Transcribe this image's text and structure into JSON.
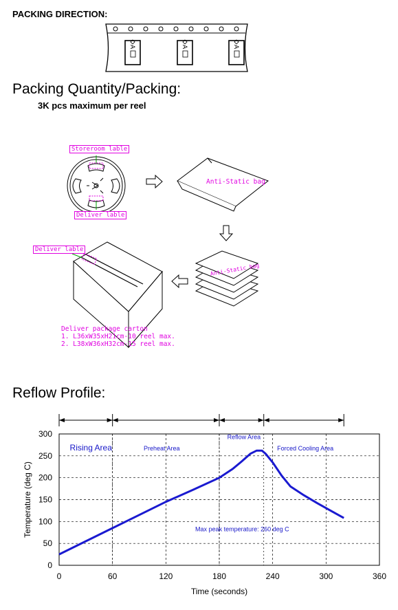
{
  "packing_direction": {
    "heading": "PACKING DIRECTION:",
    "part_marking": "A"
  },
  "packing_quantity": {
    "heading": "Packing Quantity/Packing:",
    "note": "3K pcs maximum per reel"
  },
  "packing_diagram": {
    "storeroom_label": "Storeroom lable",
    "deliver_label_reel": "Deliver lable",
    "deliver_label_box": "Deliver lable",
    "bag_label": "Anti-Static bag",
    "bag_stack_label": "Anti-Static bag",
    "carton_title": "Deliver package carton",
    "carton_line1": "1. L36xW35xH21cm-10 reel max.",
    "carton_line2": "2. L38xW36xH32cm-15 reel max."
  },
  "reflow_profile": {
    "heading": "Reflow Profile:"
  },
  "chart_data": {
    "type": "line",
    "title": "",
    "xlabel": "Time (seconds)",
    "ylabel": "Temperature (deg C)",
    "xlim": [
      0,
      360
    ],
    "ylim": [
      0,
      300
    ],
    "xticks": [
      0,
      60,
      120,
      180,
      240,
      300,
      360
    ],
    "yticks": [
      0,
      50,
      100,
      150,
      200,
      250,
      300
    ],
    "series": [
      {
        "name": "",
        "color": "#1a1ad0",
        "x": [
          0,
          30,
          60,
          90,
          120,
          150,
          180,
          195,
          205,
          215,
          222,
          228,
          232,
          240,
          250,
          260,
          275,
          290,
          305,
          320
        ],
        "y": [
          25,
          55,
          85,
          115,
          145,
          172,
          200,
          220,
          237,
          255,
          262,
          262,
          255,
          235,
          205,
          180,
          160,
          142,
          125,
          108
        ]
      }
    ],
    "areas": [
      {
        "label": "Rising Area",
        "range": [
          0,
          60
        ]
      },
      {
        "label": "Preheat Area",
        "range": [
          60,
          180
        ]
      },
      {
        "label": "Reflow Area",
        "range": [
          180,
          230
        ]
      },
      {
        "label": "Forced Cooling Area",
        "range": [
          230,
          320
        ]
      }
    ],
    "annotation": "Max peak temperature: 260 deg C",
    "grid": "dashed"
  }
}
